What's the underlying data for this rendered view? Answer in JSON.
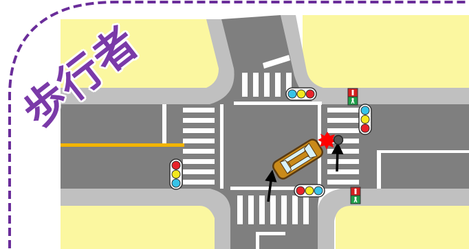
{
  "title": "歩行者",
  "colors": {
    "asphalt": "#7f7f7f",
    "sidewalk": "#c0c0c0",
    "land": "#fbf7a0",
    "frame": "#6a2d9a",
    "center_line": "#f2b400",
    "car_body": "#c98a1a",
    "car_outline": "#5a3a10",
    "car_glass": "#d8f2fa",
    "crash": "#ff0000",
    "pedestrian": "#555555",
    "signal_red": "#e8232a",
    "signal_yellow": "#f4e81f",
    "signal_blue": "#37c3e8",
    "ped_signal_red": "#d42020",
    "ped_signal_green": "#1f9e4a"
  },
  "elements": {
    "vehicle": "car-turning",
    "collision": "crash-starburst",
    "pedestrian": "pedestrian-marker",
    "arrows": [
      "car-motion-arrow",
      "pedestrian-motion-arrow"
    ],
    "signals": [
      "signal-top",
      "signal-right",
      "signal-left",
      "signal-bottom"
    ],
    "pedestrian_signals": [
      "ped-signal-top-right",
      "ped-signal-bottom-right"
    ]
  }
}
